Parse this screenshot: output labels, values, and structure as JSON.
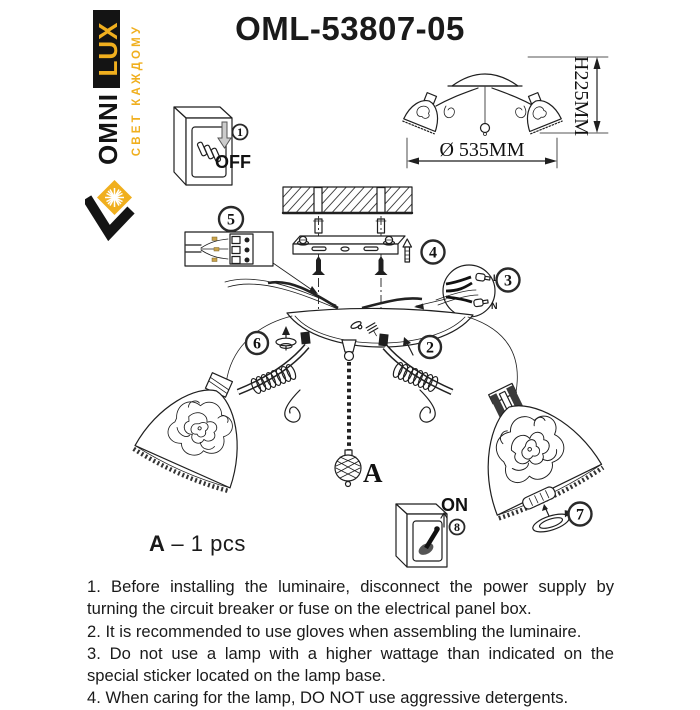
{
  "title": "OML-53807-05",
  "logo": {
    "brand_top": "OMNI",
    "brand_bottom": "LUX",
    "tagline": "СВЕТ КАЖДОМУ",
    "yellow": "#F0AF1E",
    "black": "#141414"
  },
  "spec": {
    "diameter": "Ø 535MM",
    "height": "H225MM"
  },
  "switch": {
    "off": "OFF",
    "on": "ON"
  },
  "wiring": {
    "line": "L",
    "neutral": "N"
  },
  "pendant": {
    "label": "A"
  },
  "count": {
    "part": "A",
    "qty": "– 1 pcs"
  },
  "callouts": {
    "n1": "1",
    "n2": "2",
    "n3": "3",
    "n4": "4",
    "n5": "5",
    "n6": "6",
    "n7": "7",
    "n8": "8"
  },
  "instructions": {
    "i1": "1. Before installing the luminaire, disconnect the power supply by turning the circuit breaker or fuse on the electrical panel box.",
    "i2": "2. It is recommended to use gloves when assembling the luminaire.",
    "i3": "3. Do not use a lamp with a higher wattage than indicated on the special sticker located on the lamp base.",
    "i4": "4. When caring for the lamp, DO NOT use aggressive detergents."
  }
}
